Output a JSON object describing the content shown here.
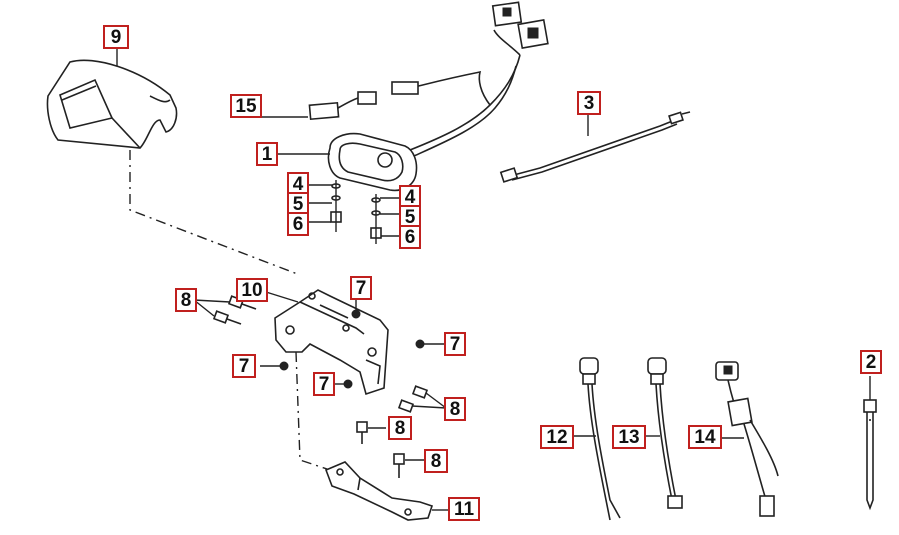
{
  "diagram": {
    "callouts": [
      {
        "id": "c9",
        "label": "9"
      },
      {
        "id": "c15",
        "label": "15"
      },
      {
        "id": "c1",
        "label": "1"
      },
      {
        "id": "c4a",
        "label": "4"
      },
      {
        "id": "c5a",
        "label": "5"
      },
      {
        "id": "c6a",
        "label": "6"
      },
      {
        "id": "c4b",
        "label": "4"
      },
      {
        "id": "c5b",
        "label": "5"
      },
      {
        "id": "c6b",
        "label": "6"
      },
      {
        "id": "c3",
        "label": "3"
      },
      {
        "id": "c8a",
        "label": "8"
      },
      {
        "id": "c10",
        "label": "10"
      },
      {
        "id": "c7a",
        "label": "7"
      },
      {
        "id": "c7b",
        "label": "7"
      },
      {
        "id": "c7c",
        "label": "7"
      },
      {
        "id": "c7d",
        "label": "7"
      },
      {
        "id": "c8b",
        "label": "8"
      },
      {
        "id": "c8c",
        "label": "8"
      },
      {
        "id": "c8d",
        "label": "8"
      },
      {
        "id": "c11",
        "label": "11"
      },
      {
        "id": "c12",
        "label": "12"
      },
      {
        "id": "c13",
        "label": "13"
      },
      {
        "id": "c14",
        "label": "14"
      },
      {
        "id": "c2",
        "label": "2"
      }
    ]
  }
}
